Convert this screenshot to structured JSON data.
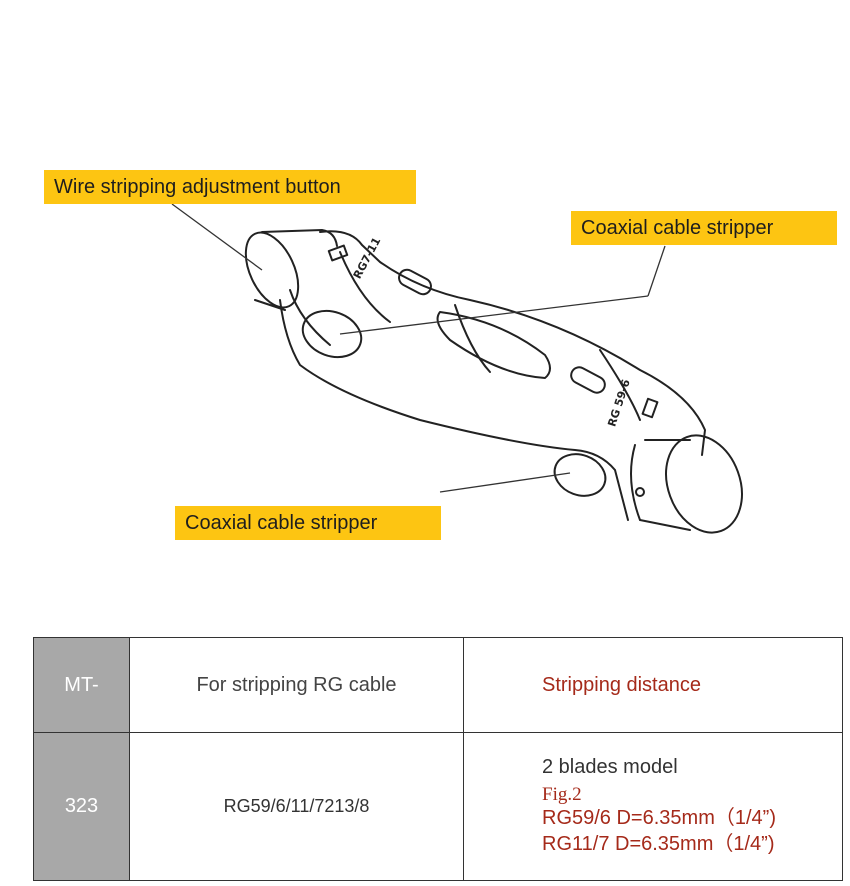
{
  "callouts": {
    "adjust_button": "Wire stripping adjustment button",
    "coax_top": "Coaxial cable stripper",
    "coax_bottom": "Coaxial cable stripper"
  },
  "tool_markings": {
    "rg7_11": "RG7-11",
    "rg59_6": "RG 59-6"
  },
  "table": {
    "header": {
      "model": "MT-",
      "cable": "For stripping RG cable",
      "distance": "Stripping distance"
    },
    "row": {
      "model": "323",
      "cable": "RG59/6/11/7213/8",
      "blades": "2 blades model",
      "fig": "Fig.2",
      "lines": [
        "RG59/6 D=6.35mm（1/4”)",
        "RG11/7 D=6.35mm（1/4”)"
      ]
    }
  },
  "colors": {
    "callout_bg": "#fdc512",
    "header_cell_bg": "#a8a8a8",
    "accent_text": "#a52a1a"
  }
}
